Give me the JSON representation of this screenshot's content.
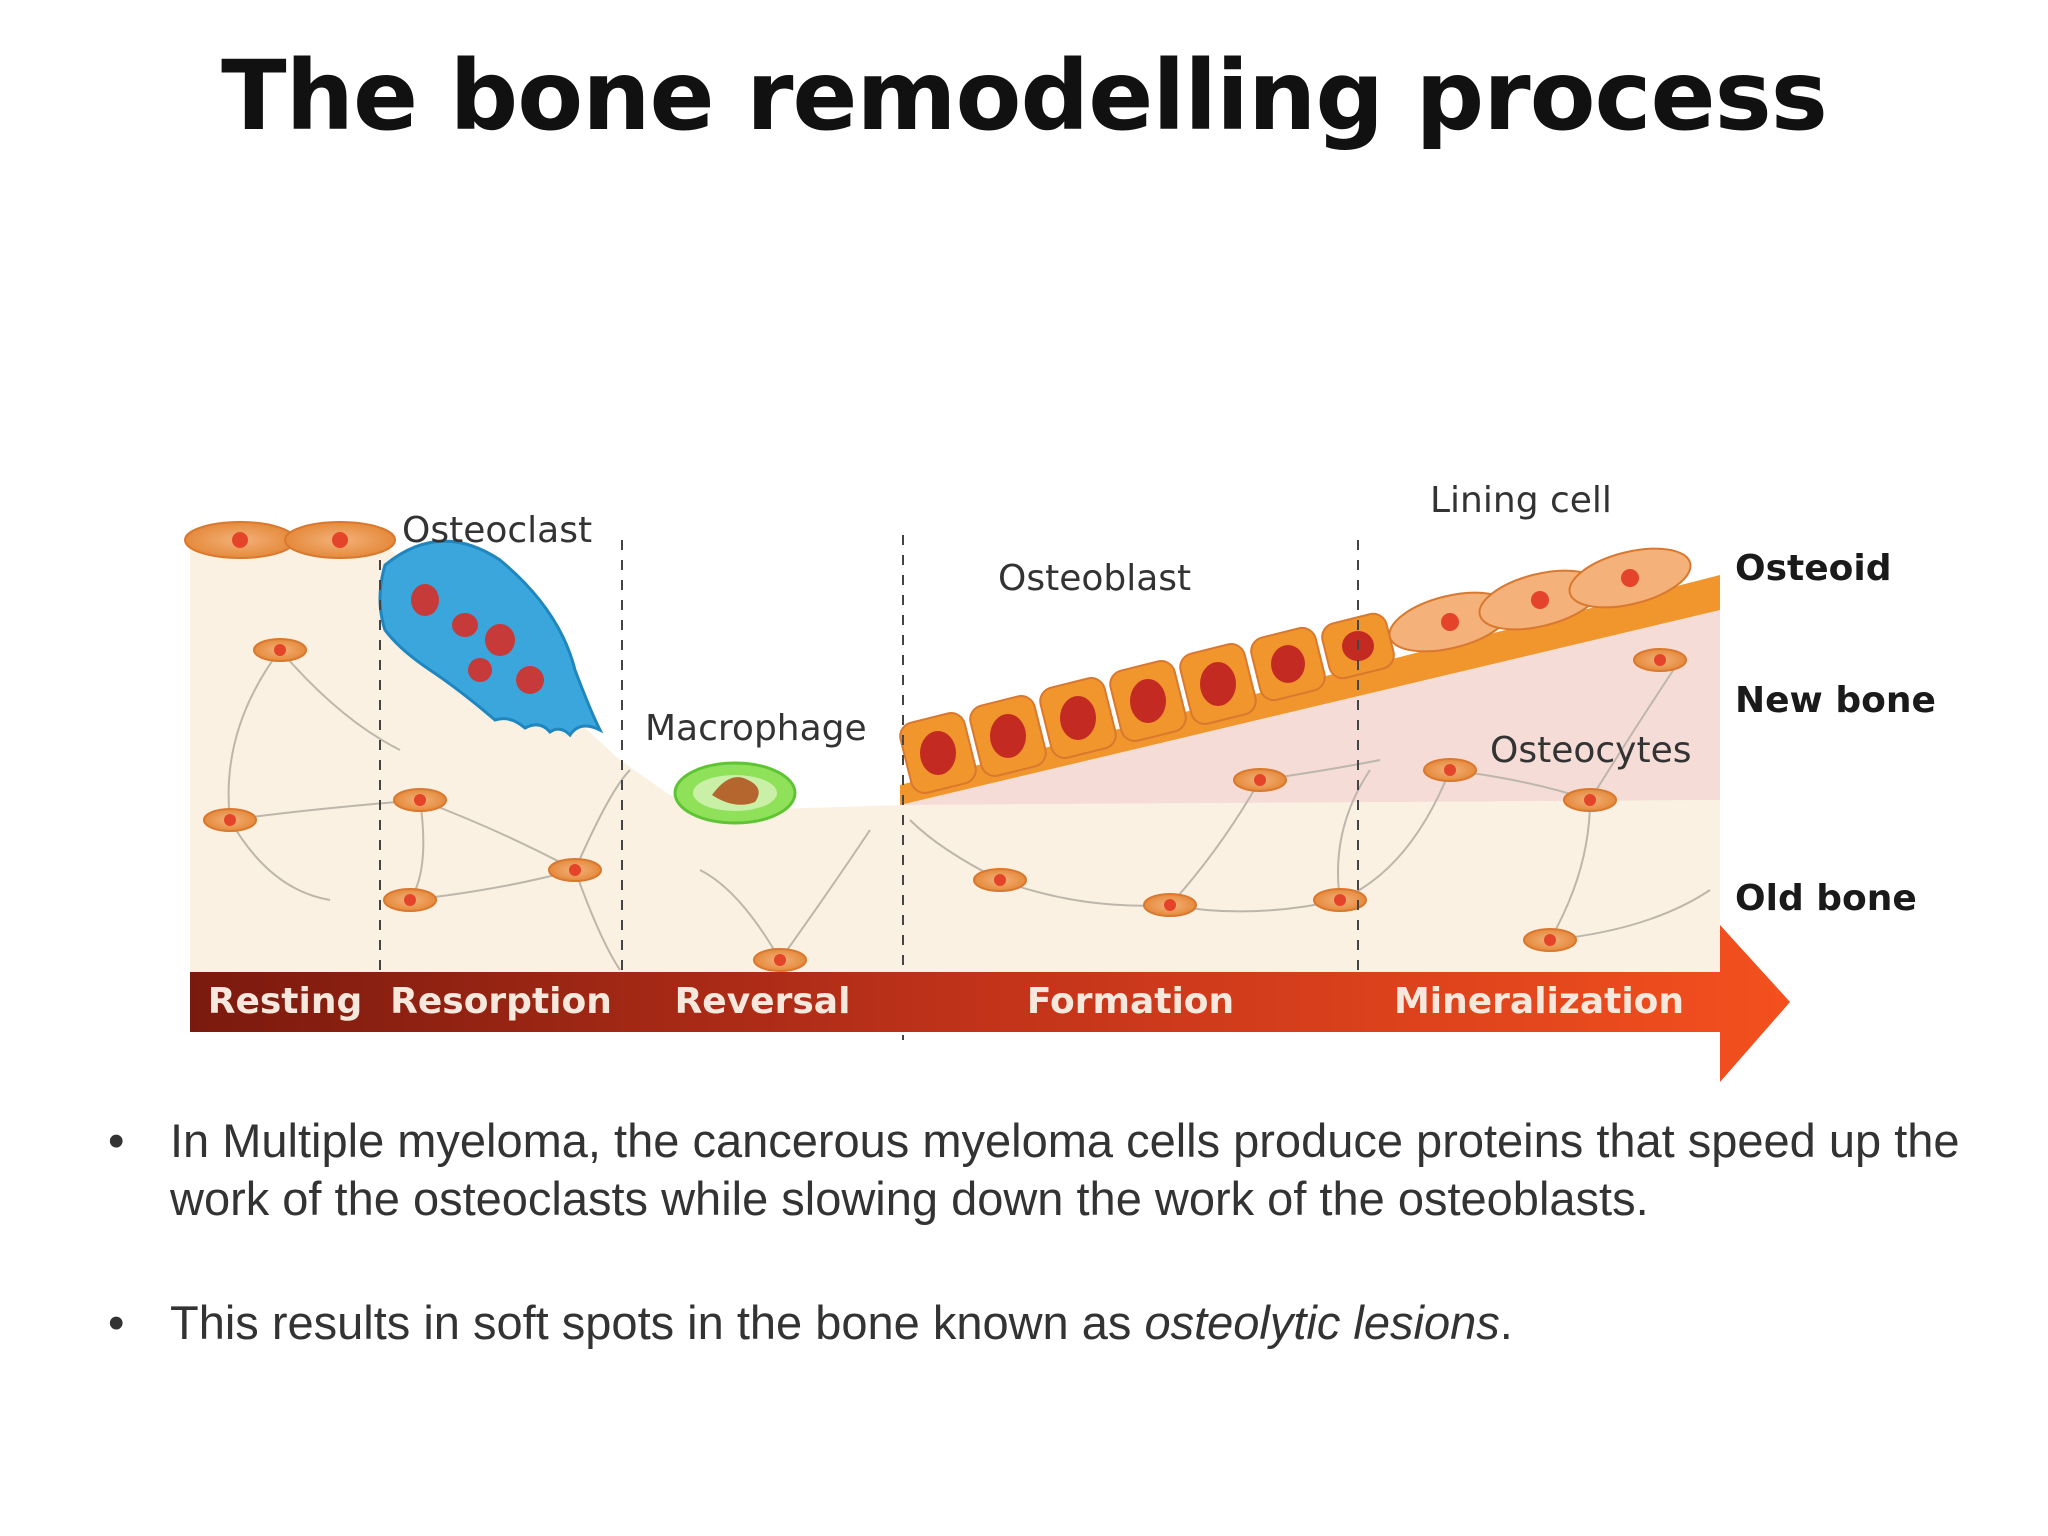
{
  "title": "The bone remodelling process",
  "diagram": {
    "cell_labels": {
      "osteoclast": "Osteoclast",
      "macrophage": "Macrophage",
      "osteoblast": "Osteoblast",
      "lining_cell": "Lining cell",
      "osteocytes": "Osteocytes"
    },
    "layer_labels": {
      "osteoid": "Osteoid",
      "new_bone": "New bone",
      "old_bone": "Old bone"
    },
    "phases": [
      "Resting",
      "Resorption",
      "Reversal",
      "Formation",
      "Mineralization"
    ],
    "colors": {
      "old_bone": "#fbf1e2",
      "new_bone": "#f6dcd6",
      "osteoid": "#f0962c",
      "osteoclast": "#3aa6dc",
      "macrophage": "#8fe15a",
      "arrow_start": "#7a1a0e",
      "arrow_end": "#f4501e"
    }
  },
  "bullets": [
    {
      "text": "In Multiple myeloma, the cancerous myeloma cells produce proteins that speed up the work of the osteoclasts while slowing down the work of the osteoblasts."
    },
    {
      "text": "This results in soft spots in the bone known as ",
      "emphasis": "osteolytic lesions",
      "suffix": "."
    }
  ]
}
